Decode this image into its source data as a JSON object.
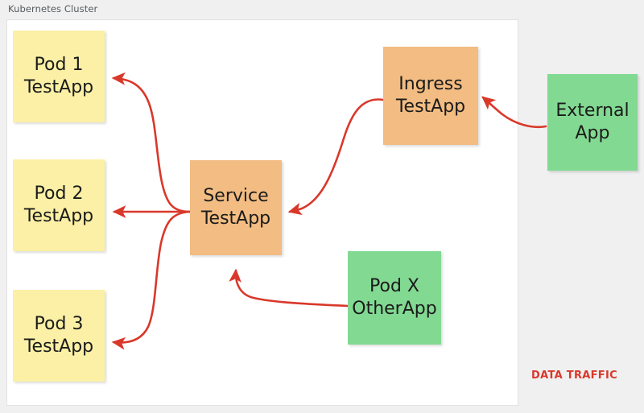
{
  "diagram": {
    "title": "Kubernetes Cluster",
    "background_color": "#f0f0f0",
    "panel_color": "#ffffff",
    "legend": {
      "label": "DATA TRAFFIC",
      "color": "#d9382a"
    },
    "colors": {
      "pod_yellow": "#fbf0a5",
      "service_orange": "#f2bc82",
      "external_green": "#82d992",
      "arrow_red": "#d9382a",
      "text": "#1b1b1b",
      "title_text": "#555a5e"
    },
    "nodes": [
      {
        "id": "pod1",
        "line1": "Pod 1",
        "line2": "TestApp",
        "color": "#fbf0a5",
        "kind": "pod",
        "inside_cluster": true
      },
      {
        "id": "pod2",
        "line1": "Pod 2",
        "line2": "TestApp",
        "color": "#fbf0a5",
        "kind": "pod",
        "inside_cluster": true
      },
      {
        "id": "pod3",
        "line1": "Pod 3",
        "line2": "TestApp",
        "color": "#fbf0a5",
        "kind": "pod",
        "inside_cluster": true
      },
      {
        "id": "service",
        "line1": "Service",
        "line2": "TestApp",
        "color": "#f2bc82",
        "kind": "service",
        "inside_cluster": true
      },
      {
        "id": "ingress",
        "line1": "Ingress",
        "line2": "TestApp",
        "color": "#f2bc82",
        "kind": "ingress",
        "inside_cluster": true
      },
      {
        "id": "external",
        "line1": "External",
        "line2": "App",
        "color": "#82d992",
        "kind": "external",
        "inside_cluster": false
      },
      {
        "id": "podx",
        "line1": "Pod X",
        "line2": "OtherApp",
        "color": "#82d992",
        "kind": "pod",
        "inside_cluster": true
      }
    ],
    "edges": [
      {
        "id": "external-to-ingress",
        "from": "external",
        "to": "ingress",
        "label": ""
      },
      {
        "id": "ingress-to-service",
        "from": "ingress",
        "to": "service",
        "label": ""
      },
      {
        "id": "service-to-pod1",
        "from": "service",
        "to": "pod1",
        "label": ""
      },
      {
        "id": "service-to-pod2",
        "from": "service",
        "to": "pod2",
        "label": ""
      },
      {
        "id": "service-to-pod3",
        "from": "service",
        "to": "pod3",
        "label": ""
      },
      {
        "id": "podx-to-service",
        "from": "podx",
        "to": "service",
        "label": ""
      }
    ]
  }
}
